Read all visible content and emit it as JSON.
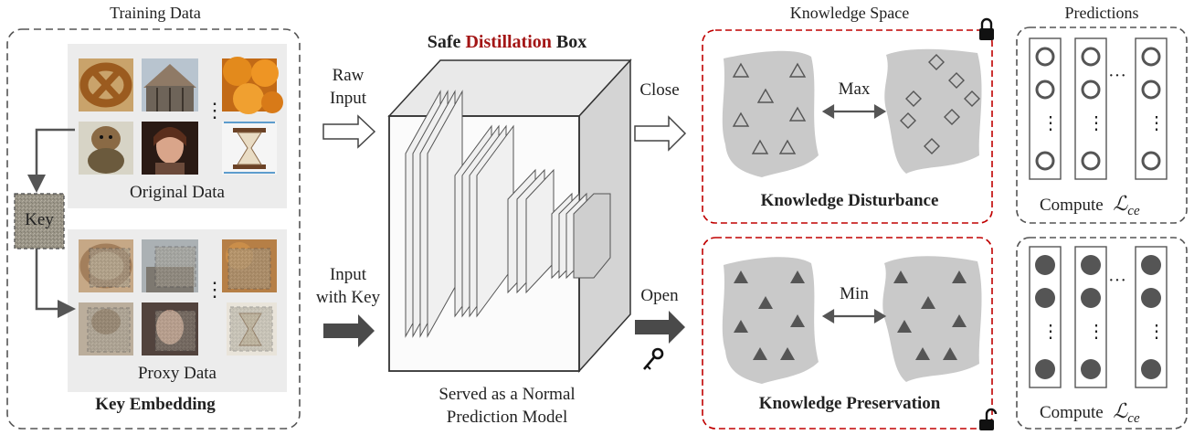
{
  "sections": {
    "training_data_title": "Training Data",
    "knowledge_space_title": "Knowledge Space",
    "predictions_title": "Predictions"
  },
  "left_panel": {
    "original_caption": "Original Data",
    "proxy_caption": "Proxy Data",
    "key_label": "Key",
    "footer": "Key Embedding",
    "ellipsis": "⋮"
  },
  "arrows": {
    "raw_input_line1": "Raw",
    "raw_input_line2": "Input",
    "key_input_line1": "Input",
    "key_input_line2": "with Key",
    "close": "Close",
    "open": "Open"
  },
  "box": {
    "title_part1": "Safe ",
    "title_part2": "Distillation",
    "title_part3": " Box",
    "caption_line1": "Served as a Normal",
    "caption_line2": "Prediction Model",
    "accent_color": "#a31515"
  },
  "knowledge": {
    "disturbance_label": "Knowledge Disturbance",
    "disturbance_relation": "Max",
    "preservation_label": "Knowledge Preservation",
    "preservation_relation": "Min"
  },
  "predictions": {
    "top_compute": "Compute",
    "bottom_compute": "Compute",
    "loss_symbol": "ℒ",
    "loss_subscript": "ce",
    "dots": "···"
  },
  "colors": {
    "dashed_border": "#555555",
    "red_dashed": "#c00000",
    "blob": "#c9c9c9",
    "dark_arrow": "#4a4a4a",
    "panel_bg": "#ececec"
  }
}
